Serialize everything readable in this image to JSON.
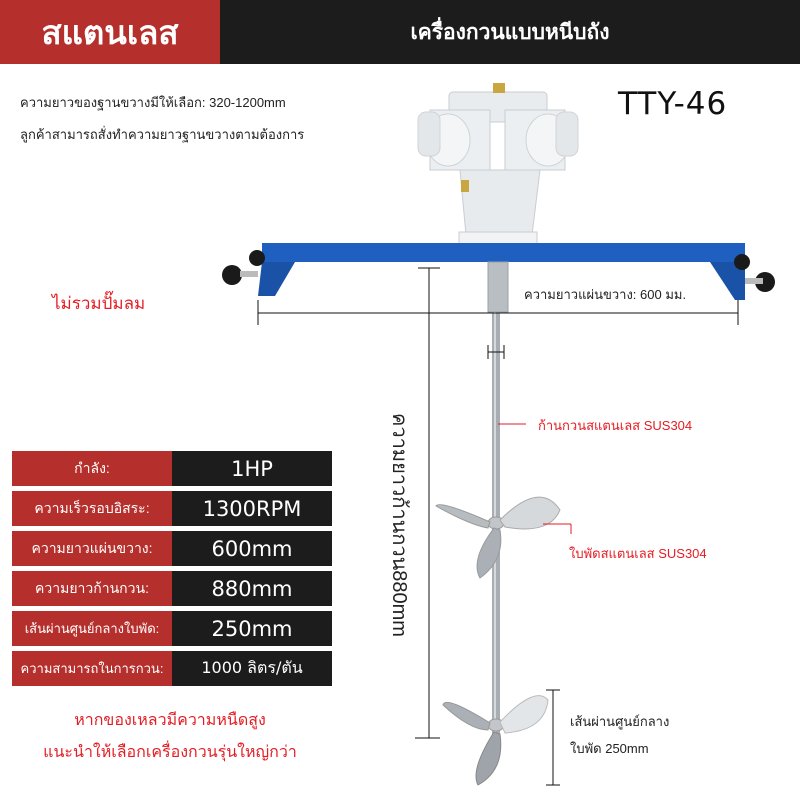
{
  "header": {
    "badge": "สแตนเลส",
    "title": "เครื่องกวนแบบหนีบถัง",
    "badge_color": "#b52f2c",
    "title_bg": "#1c1c1c"
  },
  "model": "TTY-46",
  "notes": {
    "line1": "ความยาวของฐานขวางมีให้เลือก: 320-1200mm",
    "line2": "ลูกค้าสามารถสั่งทำความยาวฐานขวางตามต้องการ",
    "no_pump": "ไม่รวมปั๊มลม"
  },
  "annotations": {
    "plate_length": "ความยาวแผ่นขวาง: 600 มม.",
    "shaft_length_vertical": "ความยาวก้านกวน880mm",
    "shaft_material": "ก้านกวนสแตนเลส SUS304",
    "blade_material": "ใบพัดสแตนเลส SUS304",
    "blade_diameter_line1": "เส้นผ่านศูนย์กลาง",
    "blade_diameter_line2": "ใบพัด 250mm"
  },
  "specs": [
    {
      "label": "กำลัง:",
      "value": "1HP"
    },
    {
      "label": "ความเร็วรอบอิสระ:",
      "value": "1300RPM"
    },
    {
      "label": "ความยาวแผ่นขวาง:",
      "value": "600mm"
    },
    {
      "label": "ความยาวก้านกวน:",
      "value": "880mm"
    },
    {
      "label": "เส้นผ่านศูนย์กลางใบพัด:",
      "value": "250mm"
    },
    {
      "label": "ความสามารถในการกวน:",
      "value": "1000 ลิตร/ตัน"
    }
  ],
  "warning": {
    "line1": "หากของเหลวมีความหนืดสูง",
    "line2": "แนะนำให้เลือกเครื่องกวนรุ่นใหญ่กว่า"
  },
  "colors": {
    "accent_red": "#b52f2c",
    "note_red": "#e51c23",
    "plate_blue": "#1f5fbf",
    "dark": "#1c1c1c"
  }
}
